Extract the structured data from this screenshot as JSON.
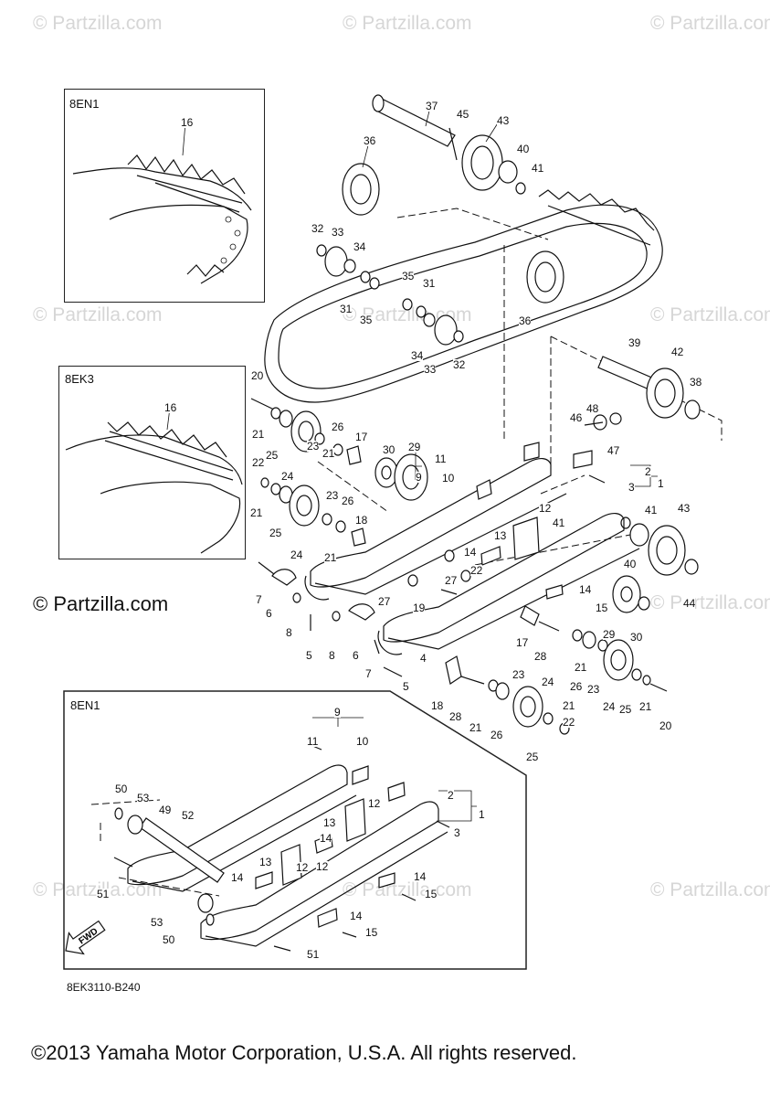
{
  "watermark": "© Partzilla.com",
  "brand": "© Partzilla.com",
  "diagram_code": "8EK3110-B240",
  "copyright": "©2013 Yamaha Motor Corporation, U.S.A. All rights reserved.",
  "fwd_label": "FWD",
  "insets": {
    "top": {
      "label": "8EN1",
      "part": "16"
    },
    "middle": {
      "label": "8EK3",
      "part": "16"
    },
    "bottom": {
      "label": "8EN1"
    }
  },
  "callouts": [
    "1",
    "2",
    "3",
    "4",
    "5",
    "6",
    "7",
    "8",
    "9",
    "10",
    "11",
    "12",
    "13",
    "14",
    "15",
    "16",
    "17",
    "18",
    "19",
    "20",
    "21",
    "22",
    "23",
    "24",
    "25",
    "26",
    "27",
    "28",
    "29",
    "30",
    "31",
    "32",
    "33",
    "34",
    "35",
    "36",
    "37",
    "38",
    "39",
    "40",
    "41",
    "42",
    "43",
    "44",
    "45",
    "46",
    "47",
    "48",
    "49",
    "50",
    "51",
    "52",
    "53"
  ]
}
